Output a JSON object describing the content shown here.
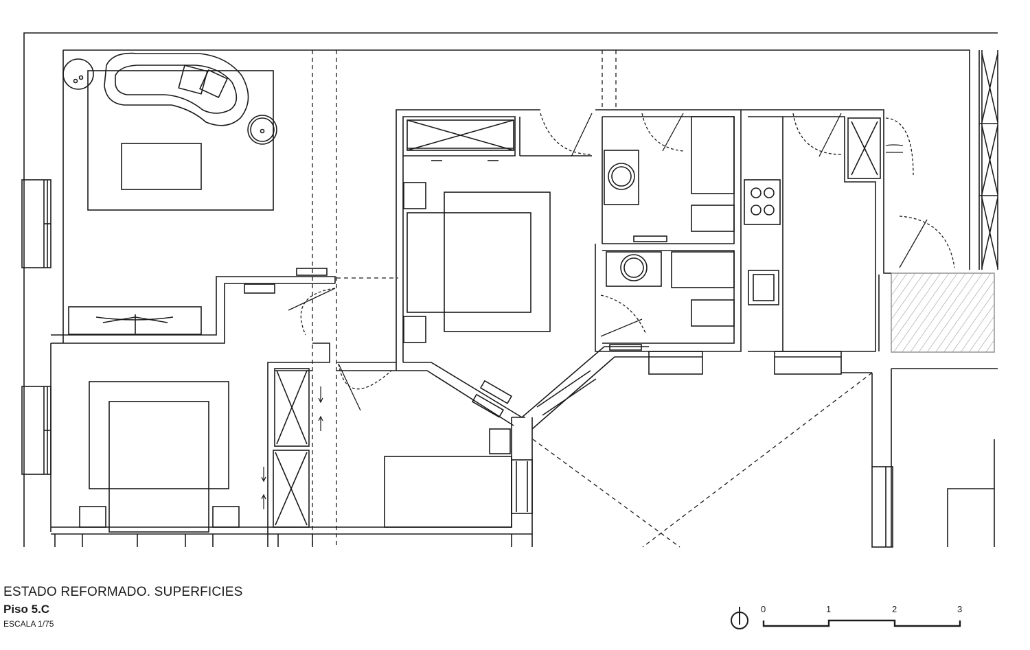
{
  "title_block": {
    "heading": "ESTADO REFORMADO. SUPERFICIES",
    "unit": "Piso 5.C",
    "scale": "ESCALA 1/75"
  },
  "scale_bar": {
    "ticks": [
      "0",
      "1",
      "2",
      "3"
    ]
  },
  "icons": {
    "north": "north-arrow-icon"
  },
  "colors": {
    "line": "#1a1a1a",
    "background": "#ffffff",
    "terrace_hatch": "#9a9a9a"
  }
}
